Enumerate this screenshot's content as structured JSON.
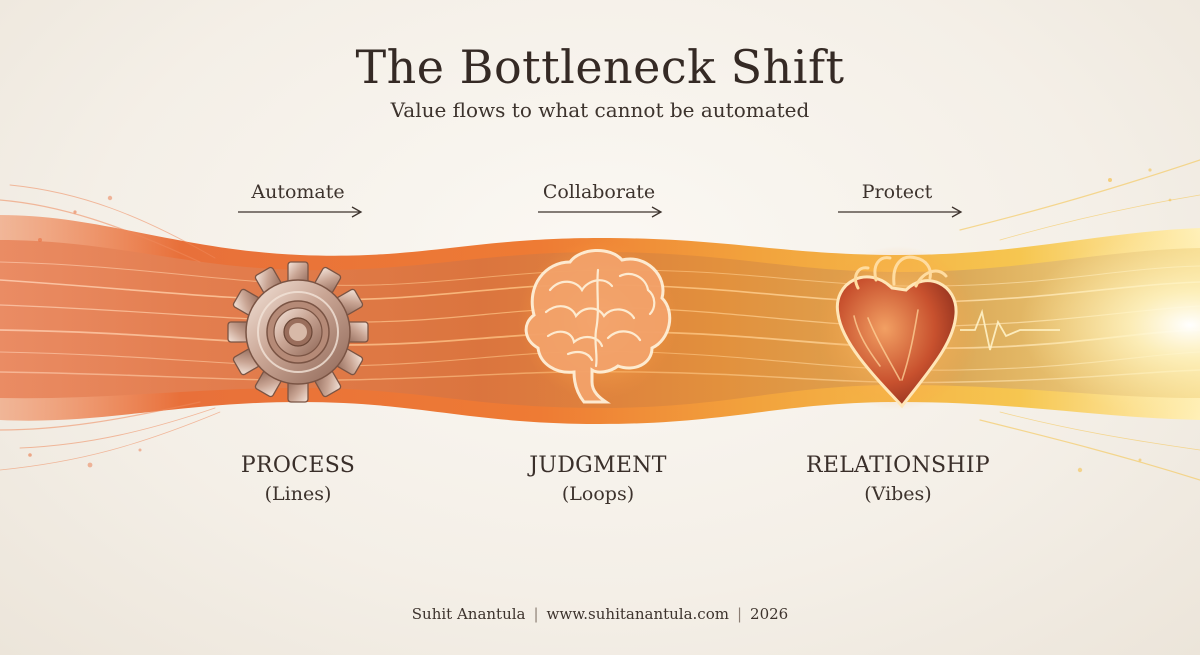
{
  "title": "The Bottleneck Shift",
  "subtitle": "Value flows to what cannot be automated",
  "stages": [
    {
      "verb": "Automate",
      "label": "PROCESS",
      "sub": "(Lines)",
      "icon": "gear-icon"
    },
    {
      "verb": "Collaborate",
      "label": "JUDGMENT",
      "sub": "(Loops)",
      "icon": "brain-icon"
    },
    {
      "verb": "Protect",
      "label": "RELATIONSHIP",
      "sub": "(Vibes)",
      "icon": "heart-icon"
    }
  ],
  "footer": {
    "author": "Suhit Anantula",
    "website": "www.suhitanantula.com",
    "year": "2026",
    "separator": "|"
  },
  "colors": {
    "flow_start": "#e8703a",
    "flow_mid": "#f08a3c",
    "flow_end": "#f7c04a",
    "glow": "#fff3c2",
    "text": "#3a2f2a"
  }
}
